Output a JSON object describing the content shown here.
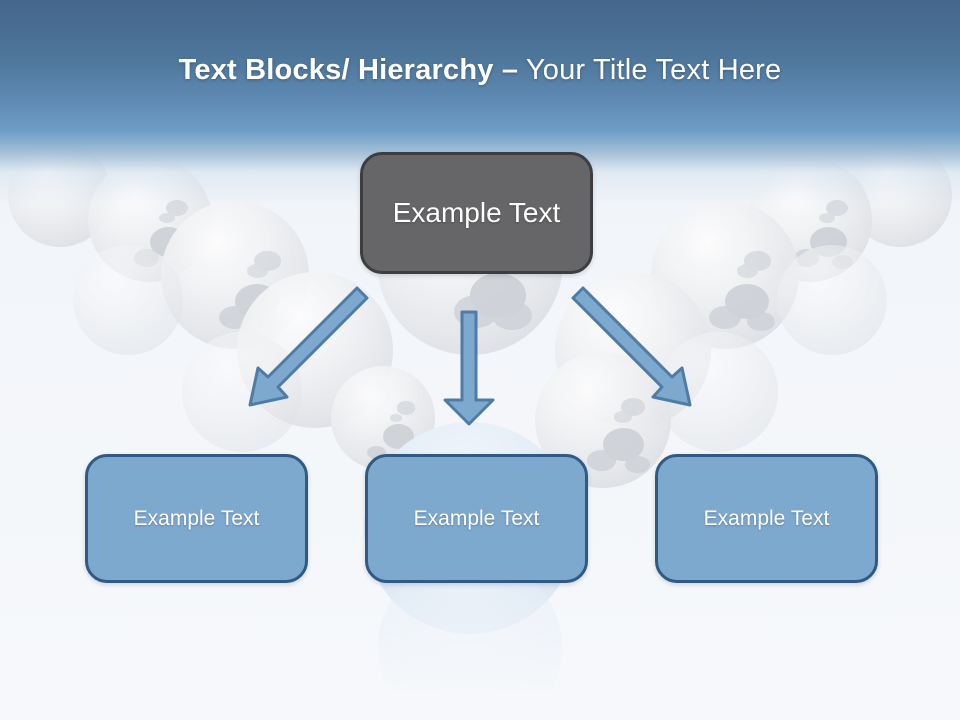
{
  "slide": {
    "title": {
      "bold": "Text Blocks/ Hierarchy –",
      "regular": "Your Title Text Here"
    },
    "hierarchy": {
      "root": {
        "label": "Example Text"
      },
      "children": [
        {
          "label": "Example Text"
        },
        {
          "label": "Example Text"
        },
        {
          "label": "Example Text"
        }
      ]
    },
    "icons": [
      "arrow-down-left-icon",
      "arrow-down-icon",
      "arrow-down-right-icon"
    ],
    "colors": {
      "header_gradient_top": "#45668b",
      "header_gradient_bottom": "#6f9dc6",
      "root_box_fill": "#666567",
      "root_box_border": "#3e3e40",
      "child_box_fill": "#7ea9cf",
      "child_box_border": "#2f5a84",
      "arrow_fill": "#7da9cf",
      "arrow_border": "#4f7ca7",
      "text": "#ffffff",
      "background": "#f4f7fb",
      "center_sphere_blue": "#d9e6f3"
    }
  }
}
